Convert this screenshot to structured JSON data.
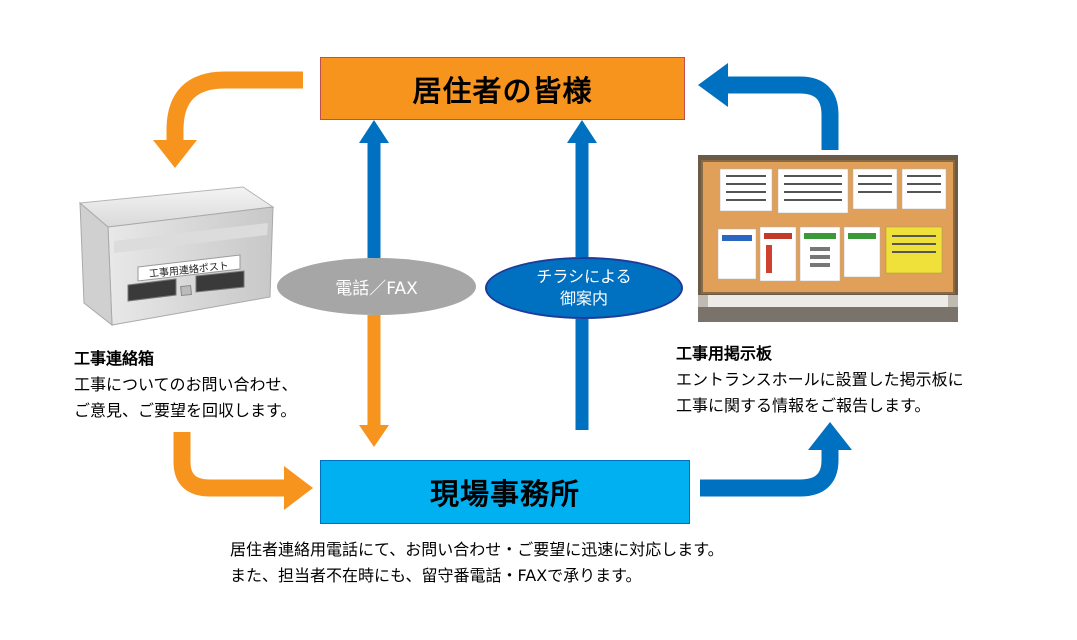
{
  "residents": {
    "label": "居住者の皆様"
  },
  "office": {
    "label": "現場事務所"
  },
  "phone_fax": {
    "label": "電話／FAX"
  },
  "flyer": {
    "line1": "チラシによる",
    "line2": "御案内"
  },
  "mailbox": {
    "plate": "工事用連絡ポスト",
    "title": "工事連絡箱",
    "line1": "工事についてのお問い合わせ、",
    "line2": "ご意見、ご要望を回収します。"
  },
  "board": {
    "title": "工事用掲示板",
    "line1": "エントランスホールに設置した掲示板に",
    "line2": "工事に関する情報をご報告します。"
  },
  "office_caption": {
    "line1": "居住者連絡用電話にて、お問い合わせ・ご要望に迅速に対応します。",
    "line2": "また、担当者不在時にも、留守番電話・FAXで承ります。"
  },
  "colors": {
    "orange": "#f7941d",
    "blue": "#0070c0",
    "cyan": "#00b0f0",
    "gray": "#a6a6a6"
  }
}
